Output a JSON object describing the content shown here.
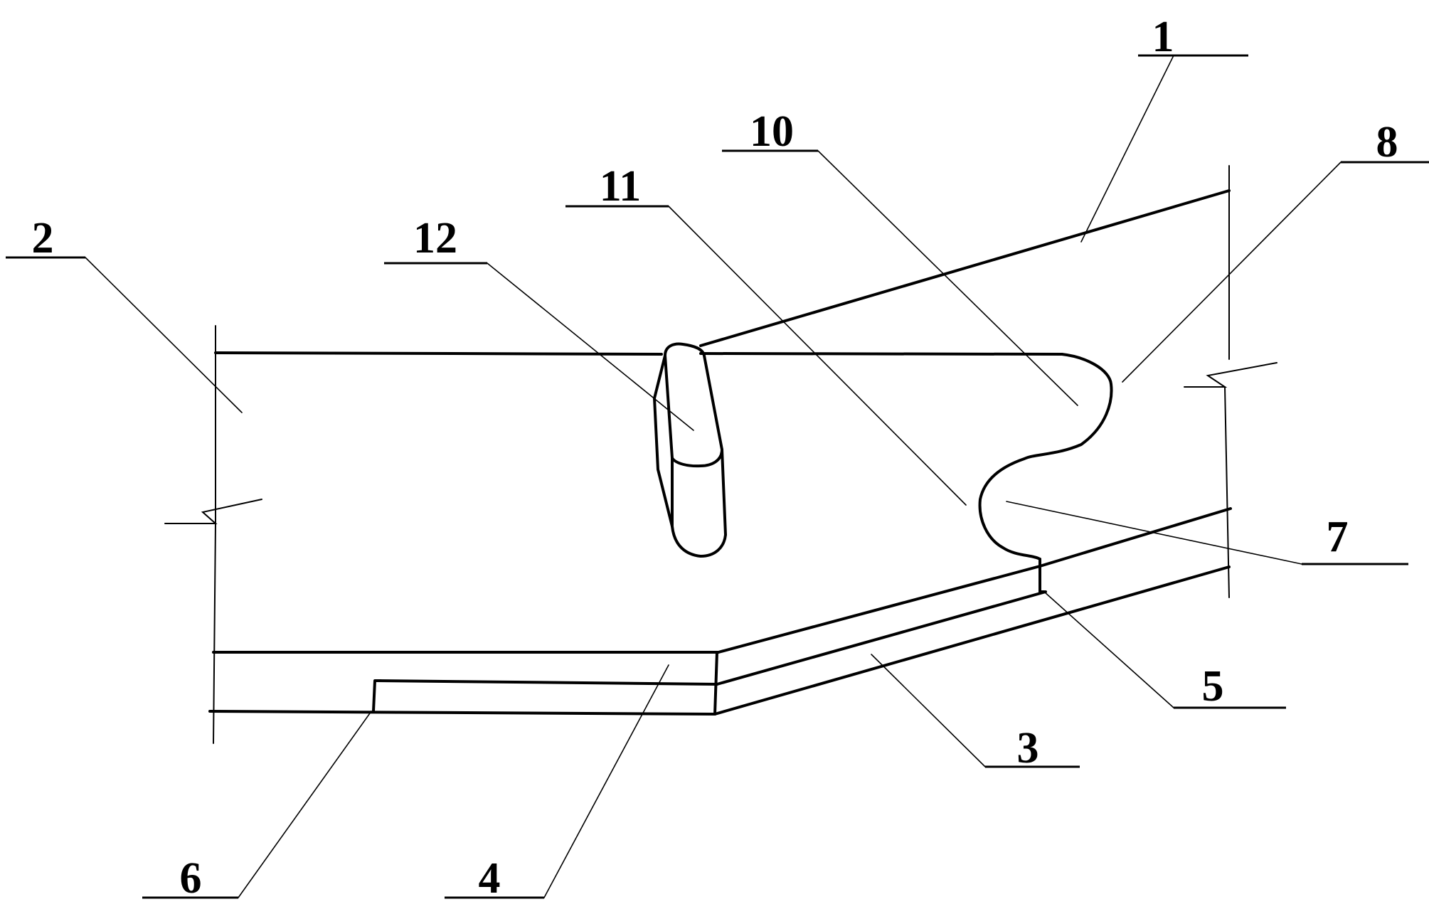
{
  "labels": {
    "l1": "1",
    "l2": "2",
    "l3": "3",
    "l4": "4",
    "l5": "5",
    "l6": "6",
    "l7": "7",
    "l8": "8",
    "l10": "10",
    "l11": "11",
    "l12": "12"
  }
}
